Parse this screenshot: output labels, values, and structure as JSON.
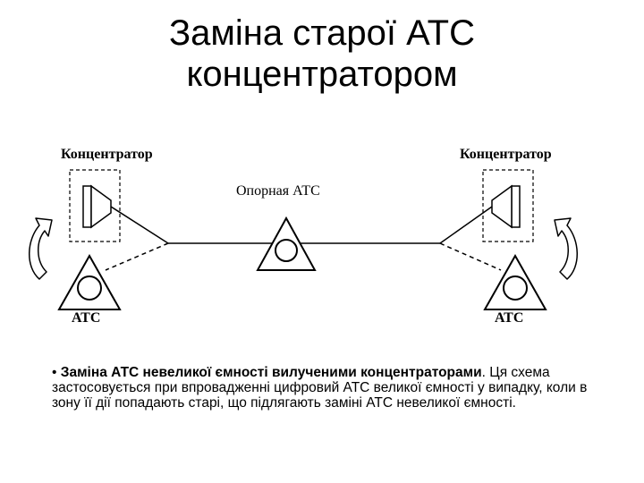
{
  "slide": {
    "title_line1": "Заміна старої АТС",
    "title_line2": "концентратором"
  },
  "diagram": {
    "left_concentrator_label": "Концентратор",
    "right_concentrator_label": "Концентратор",
    "center_exchange_label": "Опорная АТС",
    "left_exchange_label": "АТС",
    "right_exchange_label": "АТС"
  },
  "bullet": {
    "marker": "•",
    "lead": "Заміна АТС невеликої ємності вилученими концентраторами",
    "rest": ". Ця схема застосовується при впровадженні цифровий АТС великої ємності у випадку, коли в зону її дії попадають старі, що підлягають заміні АТС невеликої ємності."
  }
}
